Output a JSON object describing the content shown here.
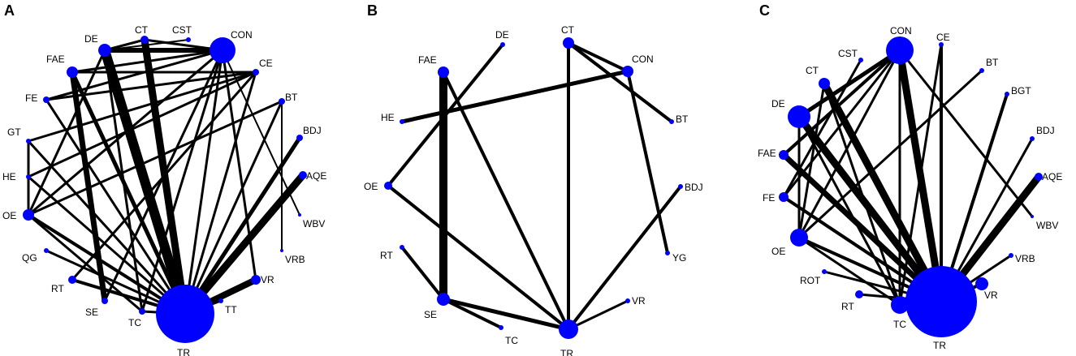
{
  "figure": {
    "panels": [
      {
        "id": "A",
        "label": "A",
        "nodes": [
          {
            "id": "CON",
            "label": "CON",
            "size": 16
          },
          {
            "id": "CST",
            "label": "CST",
            "size": 3
          },
          {
            "id": "CT",
            "label": "CT",
            "size": 5
          },
          {
            "id": "DE",
            "label": "DE",
            "size": 8
          },
          {
            "id": "FAE",
            "label": "FAE",
            "size": 7
          },
          {
            "id": "FE",
            "label": "FE",
            "size": 4
          },
          {
            "id": "GT",
            "label": "GT",
            "size": 3
          },
          {
            "id": "HE",
            "label": "HE",
            "size": 3
          },
          {
            "id": "OE",
            "label": "OE",
            "size": 7
          },
          {
            "id": "QG",
            "label": "QG",
            "size": 3
          },
          {
            "id": "RT",
            "label": "RT",
            "size": 5
          },
          {
            "id": "SE",
            "label": "SE",
            "size": 4
          },
          {
            "id": "TC",
            "label": "TC",
            "size": 4
          },
          {
            "id": "TR",
            "label": "TR",
            "size": 36
          },
          {
            "id": "TT",
            "label": "TT",
            "size": 3
          },
          {
            "id": "VR",
            "label": "VR",
            "size": 6
          },
          {
            "id": "VRB",
            "label": "VRB",
            "size": 2
          },
          {
            "id": "WBV",
            "label": "WBV",
            "size": 2
          },
          {
            "id": "AQE",
            "label": "AQE",
            "size": 5
          },
          {
            "id": "BDJ",
            "label": "BDJ",
            "size": 4
          },
          {
            "id": "BT",
            "label": "BT",
            "size": 4
          },
          {
            "id": "CE",
            "label": "CE",
            "size": 4
          }
        ],
        "edges": [
          {
            "s": "DE",
            "t": "CON",
            "w": 6
          },
          {
            "s": "DE",
            "t": "TR",
            "w": 12
          },
          {
            "s": "CT",
            "t": "TR",
            "w": 9
          },
          {
            "s": "CT",
            "t": "CON",
            "w": 3
          },
          {
            "s": "FAE",
            "t": "SE",
            "w": 7
          },
          {
            "s": "FAE",
            "t": "TR",
            "w": 5
          },
          {
            "s": "FAE",
            "t": "CON",
            "w": 3
          },
          {
            "s": "AQE",
            "t": "TR",
            "w": 9
          },
          {
            "s": "BDJ",
            "t": "TR",
            "w": 5
          },
          {
            "s": "VR",
            "t": "TR",
            "w": 8
          },
          {
            "s": "CON",
            "t": "TR",
            "w": 3
          },
          {
            "s": "CON",
            "t": "FE",
            "w": 3
          },
          {
            "s": "CON",
            "t": "OE",
            "w": 3
          },
          {
            "s": "CON",
            "t": "TC",
            "w": 3
          },
          {
            "s": "CON",
            "t": "VR",
            "w": 3
          },
          {
            "s": "CON",
            "t": "SE",
            "w": 3
          },
          {
            "s": "CON",
            "t": "WBV",
            "w": 2
          },
          {
            "s": "CE",
            "t": "GT",
            "w": 3
          },
          {
            "s": "CE",
            "t": "RT",
            "w": 3
          },
          {
            "s": "CE",
            "t": "TR",
            "w": 3
          },
          {
            "s": "CE",
            "t": "FAE",
            "w": 3
          },
          {
            "s": "CST",
            "t": "DE",
            "w": 2
          },
          {
            "s": "BT",
            "t": "OE",
            "w": 3
          },
          {
            "s": "BT",
            "t": "TR",
            "w": 3
          },
          {
            "s": "BT",
            "t": "VRB",
            "w": 2
          },
          {
            "s": "FE",
            "t": "TR",
            "w": 3
          },
          {
            "s": "FE",
            "t": "CE",
            "w": 3
          },
          {
            "s": "GT",
            "t": "OE",
            "w": 3
          },
          {
            "s": "GT",
            "t": "TR",
            "w": 3
          },
          {
            "s": "HE",
            "t": "CE",
            "w": 3
          },
          {
            "s": "HE",
            "t": "TR",
            "w": 3
          },
          {
            "s": "OE",
            "t": "TR",
            "w": 4
          },
          {
            "s": "OE",
            "t": "TC",
            "w": 3
          },
          {
            "s": "QG",
            "t": "TR",
            "w": 3
          },
          {
            "s": "RT",
            "t": "TR",
            "w": 4
          },
          {
            "s": "TT",
            "t": "TR",
            "w": 3
          },
          {
            "s": "TC",
            "t": "TR",
            "w": 3
          },
          {
            "s": "DE",
            "t": "OE",
            "w": 3
          },
          {
            "s": "CT",
            "t": "DE",
            "w": 3
          },
          {
            "s": "DE",
            "t": "TC",
            "w": 3
          }
        ]
      },
      {
        "id": "B",
        "label": "B",
        "nodes": [
          {
            "id": "DE",
            "label": "DE",
            "size": 3
          },
          {
            "id": "CT",
            "label": "CT",
            "size": 7
          },
          {
            "id": "CON",
            "label": "CON",
            "size": 7
          },
          {
            "id": "FAE",
            "label": "FAE",
            "size": 7
          },
          {
            "id": "HE",
            "label": "HE",
            "size": 3
          },
          {
            "id": "BT",
            "label": "BT",
            "size": 3
          },
          {
            "id": "OE",
            "label": "OE",
            "size": 5
          },
          {
            "id": "BDJ",
            "label": "BDJ",
            "size": 3
          },
          {
            "id": "RT",
            "label": "RT",
            "size": 3
          },
          {
            "id": "YG",
            "label": "YG",
            "size": 3
          },
          {
            "id": "SE",
            "label": "SE",
            "size": 8
          },
          {
            "id": "VR",
            "label": "VR",
            "size": 3
          },
          {
            "id": "TC",
            "label": "TC",
            "size": 3
          },
          {
            "id": "TR",
            "label": "TR",
            "size": 12
          }
        ],
        "edges": [
          {
            "s": "FAE",
            "t": "SE",
            "w": 10
          },
          {
            "s": "FAE",
            "t": "TR",
            "w": 4
          },
          {
            "s": "CT",
            "t": "TR",
            "w": 4
          },
          {
            "s": "CT",
            "t": "BT",
            "w": 4
          },
          {
            "s": "CT",
            "t": "CON",
            "w": 4
          },
          {
            "s": "CON",
            "t": "YG",
            "w": 4
          },
          {
            "s": "HE",
            "t": "CON",
            "w": 5
          },
          {
            "s": "DE",
            "t": "OE",
            "w": 4
          },
          {
            "s": "OE",
            "t": "TR",
            "w": 4
          },
          {
            "s": "RT",
            "t": "SE",
            "w": 4
          },
          {
            "s": "SE",
            "t": "TC",
            "w": 4
          },
          {
            "s": "SE",
            "t": "TR",
            "w": 5
          },
          {
            "s": "BDJ",
            "t": "TR",
            "w": 4
          },
          {
            "s": "VR",
            "t": "TR",
            "w": 3
          }
        ]
      },
      {
        "id": "C",
        "label": "C",
        "nodes": [
          {
            "id": "CON",
            "label": "CON",
            "size": 17
          },
          {
            "id": "CE",
            "label": "CE",
            "size": 3
          },
          {
            "id": "BT",
            "label": "BT",
            "size": 3
          },
          {
            "id": "CST",
            "label": "CST",
            "size": 3
          },
          {
            "id": "CT",
            "label": "CT",
            "size": 7
          },
          {
            "id": "BGT",
            "label": "BGT",
            "size": 3
          },
          {
            "id": "DE",
            "label": "DE",
            "size": 14
          },
          {
            "id": "BDJ",
            "label": "BDJ",
            "size": 3
          },
          {
            "id": "FAE",
            "label": "FAE",
            "size": 6
          },
          {
            "id": "AQE",
            "label": "AQE",
            "size": 5
          },
          {
            "id": "FE",
            "label": "FE",
            "size": 6
          },
          {
            "id": "WBV",
            "label": "WBV",
            "size": 2
          },
          {
            "id": "OE",
            "label": "OE",
            "size": 11
          },
          {
            "id": "VRB",
            "label": "VRB",
            "size": 3
          },
          {
            "id": "ROT",
            "label": "ROT",
            "size": 3
          },
          {
            "id": "RT",
            "label": "RT",
            "size": 5
          },
          {
            "id": "VR",
            "label": "VR",
            "size": 8
          },
          {
            "id": "TC",
            "label": "TC",
            "size": 11
          },
          {
            "id": "TR",
            "label": "TR",
            "size": 44
          }
        ],
        "edges": [
          {
            "s": "CON",
            "t": "TR",
            "w": 9
          },
          {
            "s": "CON",
            "t": "DE",
            "w": 5
          },
          {
            "s": "CON",
            "t": "FAE",
            "w": 4
          },
          {
            "s": "CON",
            "t": "FE",
            "w": 3
          },
          {
            "s": "CON",
            "t": "OE",
            "w": 3
          },
          {
            "s": "CON",
            "t": "WBV",
            "w": 3
          },
          {
            "s": "CON",
            "t": "TC",
            "w": 3
          },
          {
            "s": "CST",
            "t": "FE",
            "w": 3
          },
          {
            "s": "CE",
            "t": "TR",
            "w": 4
          },
          {
            "s": "CE",
            "t": "TC",
            "w": 3
          },
          {
            "s": "BT",
            "t": "OE",
            "w": 3
          },
          {
            "s": "BGT",
            "t": "TR",
            "w": 4
          },
          {
            "s": "BDJ",
            "t": "TR",
            "w": 3
          },
          {
            "s": "AQE",
            "t": "TR",
            "w": 9
          },
          {
            "s": "VRB",
            "t": "TR",
            "w": 3
          },
          {
            "s": "VR",
            "t": "TR",
            "w": 4
          },
          {
            "s": "CT",
            "t": "TR",
            "w": 9
          },
          {
            "s": "CT",
            "t": "OE",
            "w": 3
          },
          {
            "s": "CT",
            "t": "TC",
            "w": 3
          },
          {
            "s": "DE",
            "t": "TR",
            "w": 9
          },
          {
            "s": "DE",
            "t": "TC",
            "w": 3
          },
          {
            "s": "DE",
            "t": "OE",
            "w": 3
          },
          {
            "s": "FAE",
            "t": "TR",
            "w": 7
          },
          {
            "s": "FE",
            "t": "TR",
            "w": 4
          },
          {
            "s": "OE",
            "t": "TR",
            "w": 4
          },
          {
            "s": "OE",
            "t": "TC",
            "w": 3
          },
          {
            "s": "ROT",
            "t": "TR",
            "w": 3
          },
          {
            "s": "RT",
            "t": "TR",
            "w": 3
          },
          {
            "s": "TC",
            "t": "TR",
            "w": 4
          }
        ]
      }
    ]
  }
}
